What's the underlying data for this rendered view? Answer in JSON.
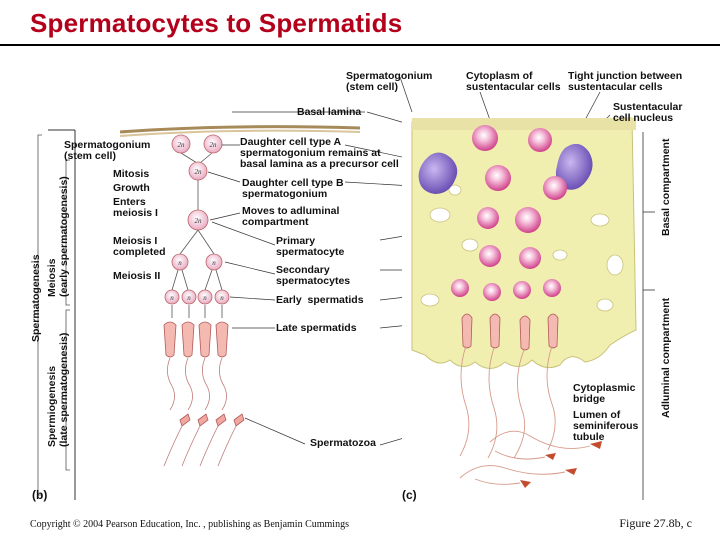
{
  "title": "Spermatocytes to Spermatids",
  "panel_b": {
    "letter": "(b)",
    "left_labels": {
      "spermatogonium": "Spermatogonium\n(stem cell)",
      "mitosis": "Mitosis",
      "growth": "Growth",
      "enters_meiosis": "Enters\nmeiosis I",
      "meiosis1": "Meiosis I\ncompleted",
      "meiosis2": "Meiosis II"
    },
    "vertical_labels": {
      "spermatogenesis": "Spermatogenesis",
      "meiosis": "Meiosis\n(early spermatogenesis)",
      "spermiogenesis": "Spermiogenesis\n(late spermatogenesis)"
    },
    "cell_labels": {
      "c2n": "2n",
      "cn": "n"
    }
  },
  "center_labels": {
    "spermatogonium_top": "Spermatogonium\n(stem cell)",
    "basal_lamina": "Basal lamina",
    "daughter_a": "Daughter cell type A\nspermatogonium remains at\nbasal lamina as a precursor cell",
    "daughter_b": "Daughter cell type B\nspermatogonium",
    "moves": "Moves to adluminal\ncompartment",
    "primary": "Primary\nspermatocyte",
    "secondary": "Secondary\nspermatocytes",
    "early": "Early  spermatids",
    "late": "Late spermatids",
    "spermatozoa": "Spermatozoa"
  },
  "panel_c": {
    "letter": "(c)",
    "labels": {
      "cytoplasm": "Cytoplasm of\nsustentacular cells",
      "tight_junction": "Tight junction between\nsustentacular cells",
      "nucleus": "Sustentacular\ncell nucleus",
      "bridge": "Cytoplasmic\nbridge",
      "lumen": "Lumen of\nseminiferous\ntubule"
    },
    "compartments": {
      "basal": "Basal compartment",
      "adluminal": "Adluminal compartment"
    }
  },
  "footer": {
    "copyright": "Copyright © 2004 Pearson Education, Inc. , publishing as Benjamin Cummings",
    "figure": "Figure 27.8b, c"
  },
  "colors": {
    "title": "#b3001b",
    "cytoplasm": "#f1efb0",
    "nucleus": "#8b6cc9",
    "cell": "#d74d94",
    "sperm": "#c44c2e"
  }
}
